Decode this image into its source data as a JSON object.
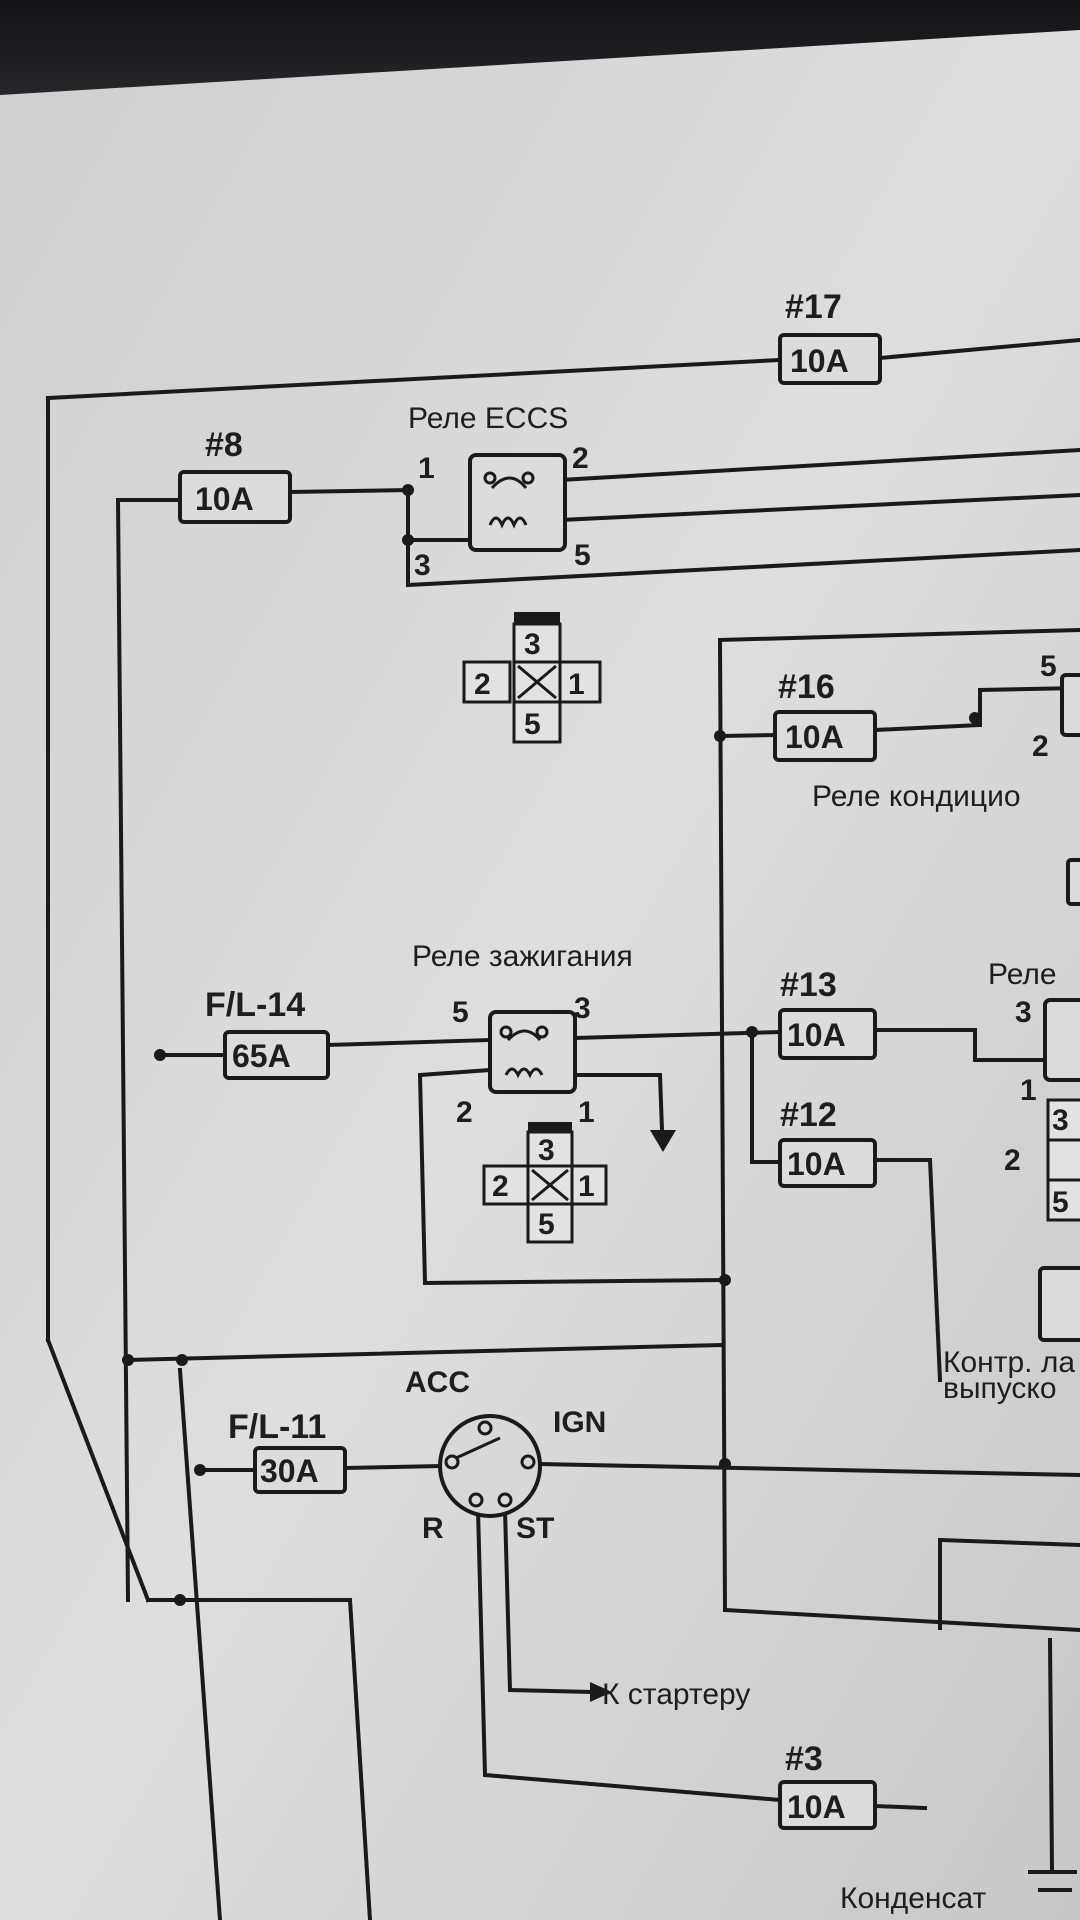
{
  "fuses": {
    "f17": {
      "id": "#17",
      "rating": "10A"
    },
    "f8": {
      "id": "#8",
      "rating": "10A"
    },
    "f16": {
      "id": "#16",
      "rating": "10A"
    },
    "f13": {
      "id": "#13",
      "rating": "10A"
    },
    "f12": {
      "id": "#12",
      "rating": "10A"
    },
    "fl14": {
      "id": "F/L-14",
      "rating": "65A"
    },
    "fl11": {
      "id": "F/L-11",
      "rating": "30A"
    },
    "f3": {
      "id": "#3",
      "rating": "10A"
    }
  },
  "relays": {
    "eccs": {
      "title": "Реле ECCS",
      "pins": [
        "1",
        "2",
        "3",
        "5"
      ]
    },
    "ignition": {
      "title": "Реле зажигания",
      "pins": [
        "5",
        "3",
        "2",
        "1"
      ]
    },
    "ac": {
      "title": "Реле кондицио",
      "pins": [
        "5",
        "2"
      ]
    },
    "right": {
      "title": "Реле",
      "pins": [
        "3",
        "1"
      ]
    }
  },
  "connectors": {
    "eccs_pinout": [
      "3",
      "2",
      "1",
      "5"
    ],
    "ign_pinout": [
      "3",
      "2",
      "1",
      "5"
    ],
    "right_pinout": [
      "3",
      "2",
      "5"
    ]
  },
  "ignition_switch": {
    "acc": "ACC",
    "ign": "IGN",
    "r": "R",
    "st": "ST"
  },
  "labels": {
    "starter": "К стартеру",
    "control": "Контр. ла",
    "control2": "выпуско",
    "condenser": "Конденсат"
  }
}
